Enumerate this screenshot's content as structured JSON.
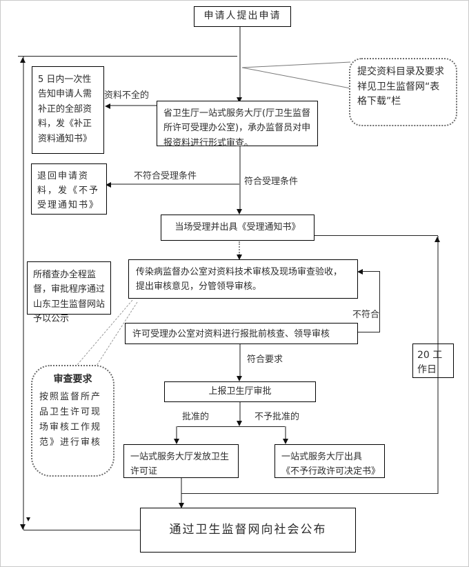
{
  "nodes": {
    "start": "申请人提出申请",
    "callout_submit": "提交资料目录及要求祥见卫生监督网“表格下载”栏",
    "notify": "5 日内一次性告知申请人需补正的全部资料，发《补正资料通知书》",
    "formal_review": "省卫生厅一站式服务大厅(厅卫生监督所许可受理办公室)，承办监督员对申报资料进行形式审查。",
    "return_box": "退回申请资料，发《不予受理通知书》",
    "accept": "当场受理并出具《受理通知书》",
    "tech_review": "传染病监督办公室对资料技术审核及现场审查验收，提出审核意见，分管领导审核。",
    "supervise": "所稽查办全程监督，审批程序通过山东卫生监督网站予以公示",
    "precheck": "许可受理办公室对资料进行报批前核查、领导审核",
    "review_req_title": "审查要求",
    "review_req_body": "按照监督所产品卫生许可现场审核工作规范》进行审核",
    "approve": "上报卫生厅审批",
    "grant": "一站式服务大厅发放卫生许可证",
    "deny": "一站式服务大厅出具《不予行政许可决定书》",
    "publish": "通过卫生监督网向社会公布",
    "duration": "20 工作日"
  },
  "labels": {
    "incomplete": "资料不全的",
    "reject": "不符合受理条件",
    "qualify": "符合受理条件",
    "not_conform": "不符合",
    "conform": "符合要求",
    "approved": "批准的",
    "not_approved": "不予批准的"
  }
}
